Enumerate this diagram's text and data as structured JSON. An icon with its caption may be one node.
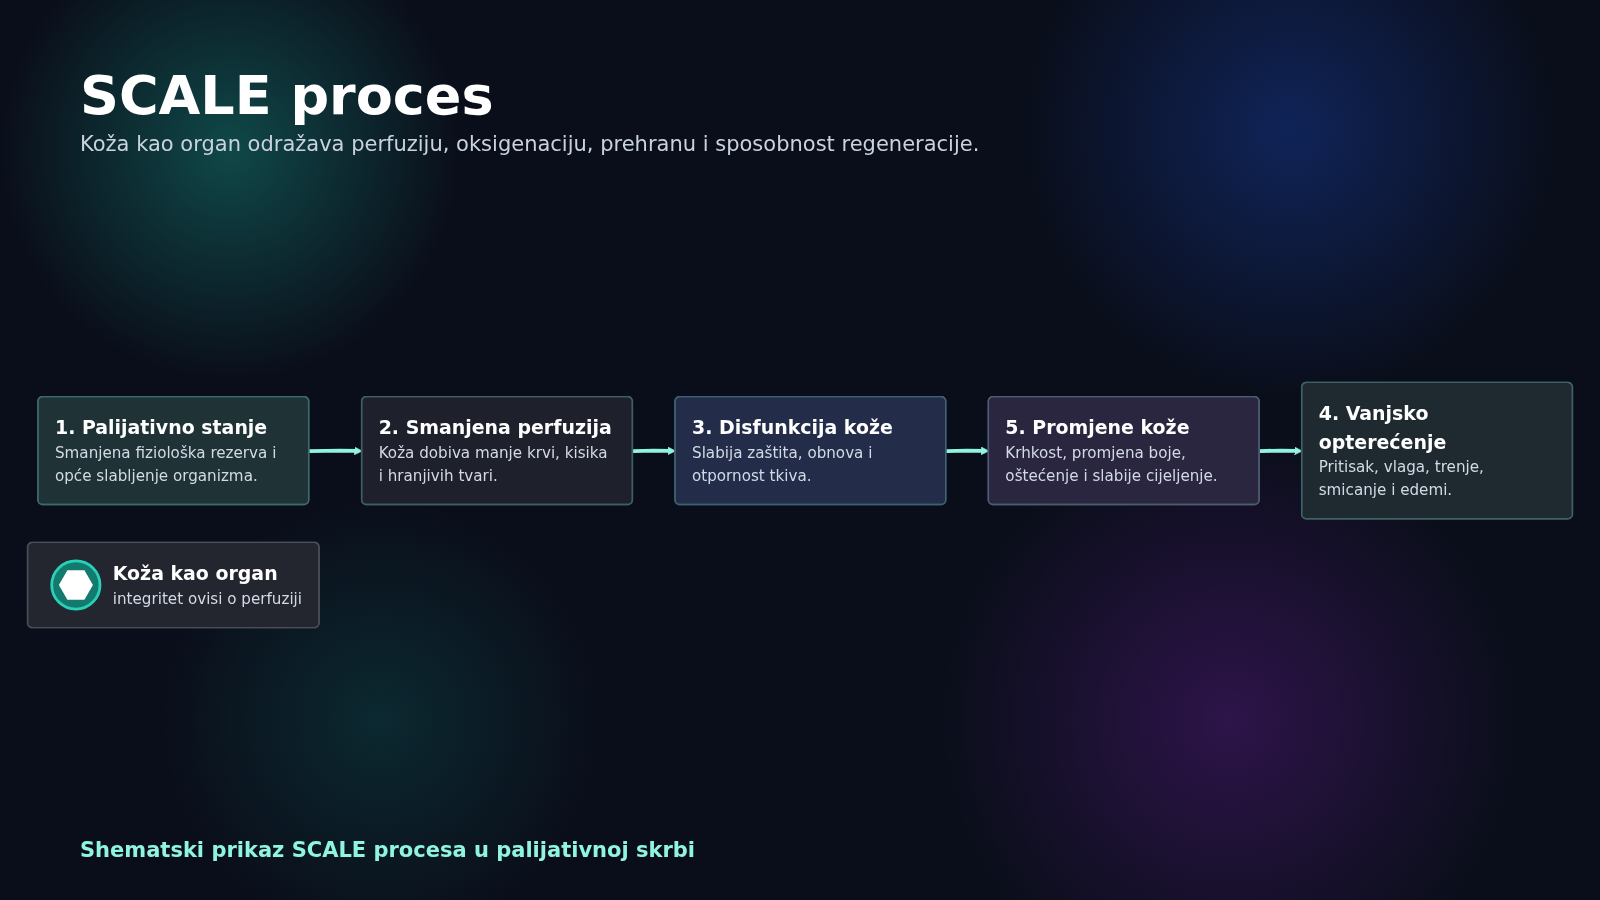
{
  "diagram": {
    "title": "SCALE proces",
    "caption": "Shematski prikaz SCALE procesa u palijativnoj skrbi",
    "nodes": [
      {
        "text": [
          "1. Palijativno stanje",
          "Smanjena fiziološka rezerva i opće slabljenje organizma."
        ]
      },
      {
        "text": [
          "2. Smanjena perfuzija",
          "Koža dobiva manje krvi, kisika i hranjivih tvari."
        ]
      },
      {
        "text": [
          "3. Disfunkcija kože",
          "Slabija zaštita, obnova i otpornost tkiva."
        ]
      },
      {
        "text": [
          "Koža kao organ",
          "integritet ovisi o perfuziji"
        ]
      },
      {
        "text": [
          "4. Vanjsko opterećenje",
          "Pritisak, vlaga, trenje, smicanje i edemi."
        ]
      },
      {
        "text": [
          "5. Promjene kože",
          "Krhkost, promjena boje, oštećenje i slabije cijeljenje."
        ]
      }
    ],
    "edges": [
      {
        "from": 0,
        "to": 1,
        "arrow": "to"
      },
      {
        "from": 1,
        "to": 2,
        "arrow": "to"
      },
      {
        "from": 2,
        "to": 5,
        "arrow": "to"
      },
      {
        "from": 5,
        "to": 4,
        "arrow": "to"
      }
    ],
    "labels": [
      "Koža kao organ odražava perfuziju, oksigenaciju, prehranu i sposobnost regeneracije."
    ]
  }
}
